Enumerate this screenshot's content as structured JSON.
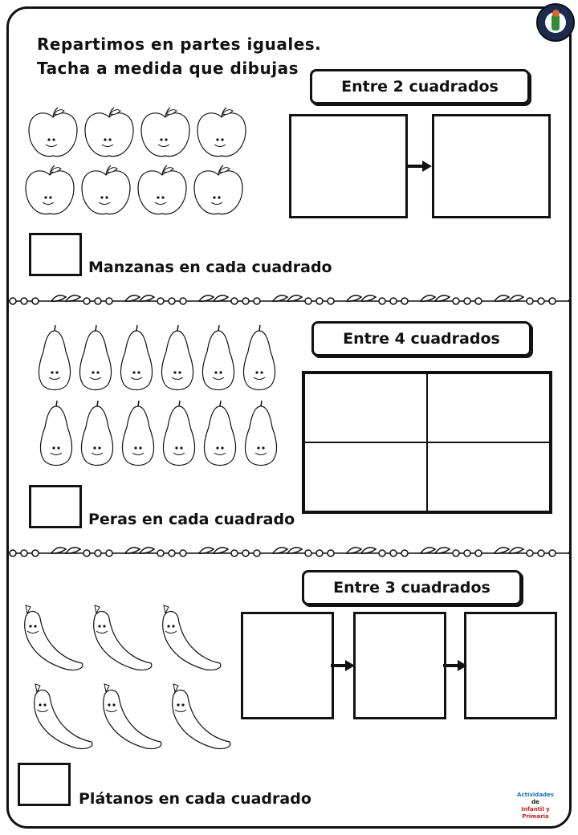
{
  "instructions": {
    "line1": "Repartimos en partes iguales.",
    "line2": "Tacha a medida que dibujas"
  },
  "sections": [
    {
      "fruit": "apple-icon",
      "count": 8,
      "title": "Entre 2 cuadrados",
      "answer_label": "Manzanas en cada cuadrado"
    },
    {
      "fruit": "pear-icon",
      "count": 12,
      "title": "Entre 4 cuadrados",
      "answer_label": "Peras en cada cuadrado"
    },
    {
      "fruit": "banana-icon",
      "count": 6,
      "title": "Entre 3 cuadrados",
      "answer_label": "Plátanos en cada cuadrado"
    }
  ],
  "credit": {
    "line1": "Actividades",
    "line2": "de",
    "line3": "Infantil y Primaria"
  },
  "colors": {
    "ink": "#111111",
    "logo_bg": "#1d2b4f",
    "credit_blue": "#1a6fb3",
    "credit_red": "#c81e1e"
  }
}
